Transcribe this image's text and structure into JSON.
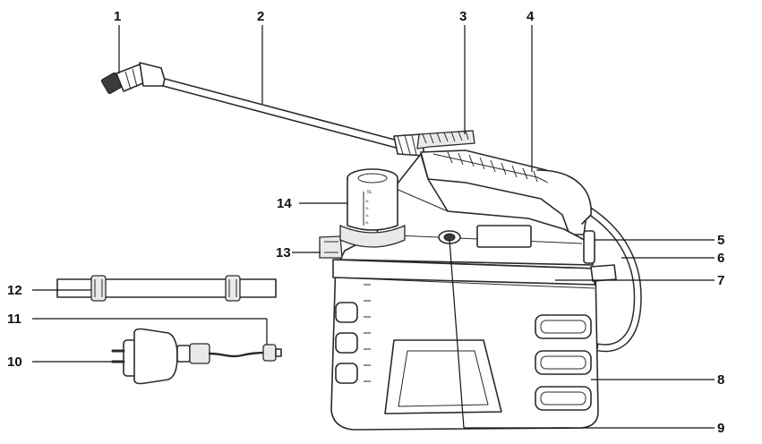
{
  "callouts": [
    {
      "id": "1",
      "label": "1"
    },
    {
      "id": "2",
      "label": "2"
    },
    {
      "id": "3",
      "label": "3"
    },
    {
      "id": "4",
      "label": "4"
    },
    {
      "id": "5",
      "label": "5"
    },
    {
      "id": "6",
      "label": "6"
    },
    {
      "id": "7",
      "label": "7"
    },
    {
      "id": "8",
      "label": "8"
    },
    {
      "id": "9",
      "label": "9"
    },
    {
      "id": "10",
      "label": "10"
    },
    {
      "id": "11",
      "label": "11"
    },
    {
      "id": "12",
      "label": "12"
    },
    {
      "id": "13",
      "label": "13"
    },
    {
      "id": "14",
      "label": "14"
    }
  ],
  "tank_scale": {
    "top_mark": "5L",
    "marks": [
      "3L",
      "2L",
      "1L",
      "0L"
    ]
  }
}
